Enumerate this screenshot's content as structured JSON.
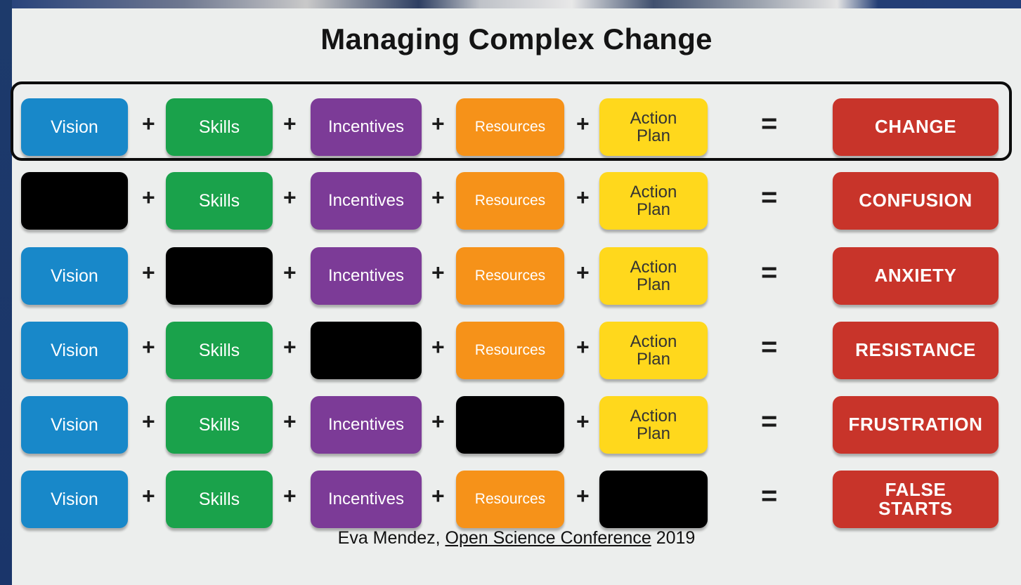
{
  "title": "Managing Complex Change",
  "labels": {
    "vision": "Vision",
    "skills": "Skills",
    "incentives": "Incentives",
    "resources": "Resources",
    "plan_line1": "Action",
    "plan_line2": "Plan"
  },
  "operators": {
    "plus": "+",
    "equals": "="
  },
  "rows": [
    {
      "missing": null,
      "result": "CHANGE",
      "highlighted": true
    },
    {
      "missing": "vision",
      "result": "CONFUSION"
    },
    {
      "missing": "skills",
      "result": "ANXIETY"
    },
    {
      "missing": "incentives",
      "result": "RESISTANCE"
    },
    {
      "missing": "resources",
      "result": "FRUSTRATION"
    },
    {
      "missing": "plan",
      "result_line1": "FALSE",
      "result_line2": "STARTS"
    }
  ],
  "footer": {
    "author": "Eva Mendez, ",
    "link_text": "Open Science Conference",
    "year": " 2019"
  },
  "colors": {
    "vision": "#1888c9",
    "skills": "#1aa24b",
    "incentives": "#7c3b97",
    "resources": "#f69219",
    "plan": "#ffd81c",
    "result": "#c8342a",
    "missing": "#000000"
  }
}
